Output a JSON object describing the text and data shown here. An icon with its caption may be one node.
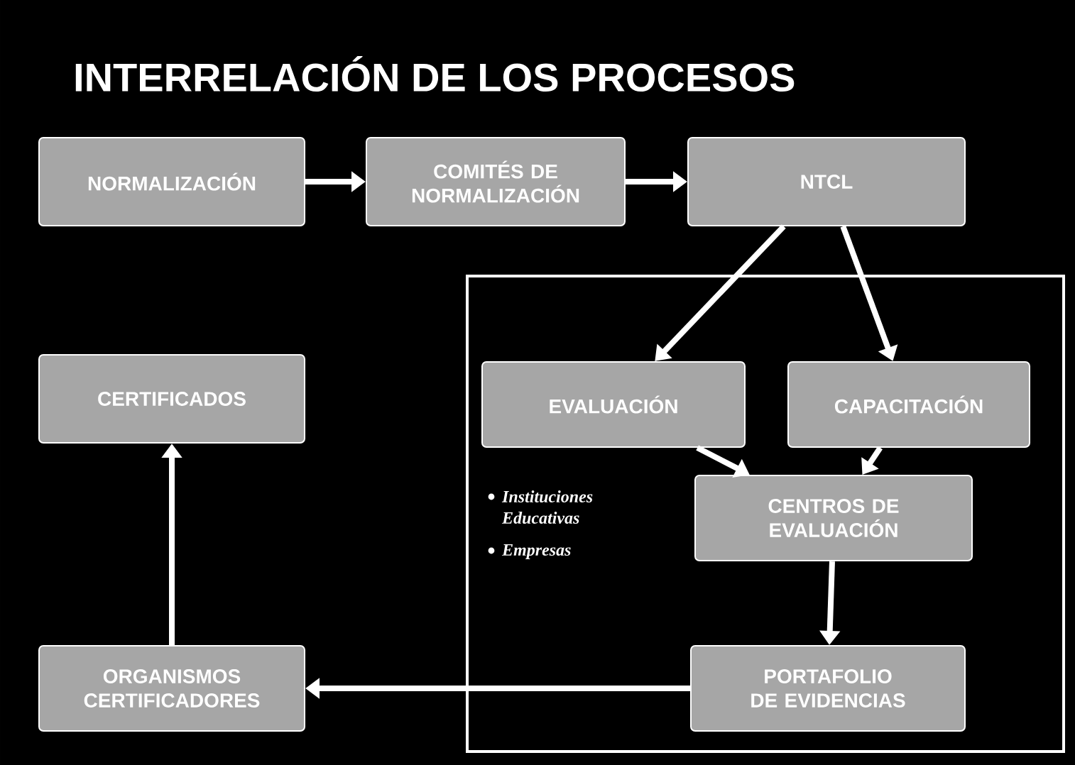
{
  "diagram": {
    "title": "INTERRELACIÓN DE LOS PROCESOS",
    "nodes": [
      {
        "text": [
          "NORMALIZACIÓN"
        ]
      },
      {
        "text": [
          "COMITÉS DE NORMALIZACIÓN"
        ]
      },
      {
        "text": [
          "NTCL"
        ]
      },
      {
        "text": [
          "Instituciones Educativas",
          "Empresas"
        ]
      },
      {
        "text": [
          "EVALUACIÓN"
        ],
        "in": 3
      },
      {
        "text": [
          "CAPACITACIÓN"
        ],
        "in": 3
      },
      {
        "text": [
          "CENTROS DE EVALUACIÓN"
        ],
        "in": 3
      },
      {
        "text": [
          "PORTAFOLIO DE EVIDENCIAS"
        ],
        "in": 3
      },
      {
        "text": [
          "CERTIFICADOS"
        ]
      },
      {
        "text": [
          "ORGANISMOS CERTIFICADORES"
        ]
      }
    ],
    "edges": [
      {
        "from": 0,
        "to": 1,
        "arrow": "to"
      },
      {
        "from": 1,
        "to": 2,
        "arrow": "to"
      },
      {
        "from": 2,
        "to": 4,
        "arrow": "to"
      },
      {
        "from": 2,
        "to": 5,
        "arrow": "to"
      },
      {
        "from": 4,
        "to": 6,
        "arrow": "to"
      },
      {
        "from": 5,
        "to": 6,
        "arrow": "to"
      },
      {
        "from": 6,
        "to": 7,
        "arrow": "to"
      },
      {
        "from": 7,
        "to": 9,
        "arrow": "to"
      },
      {
        "from": 9,
        "to": 8,
        "arrow": "to"
      }
    ]
  }
}
